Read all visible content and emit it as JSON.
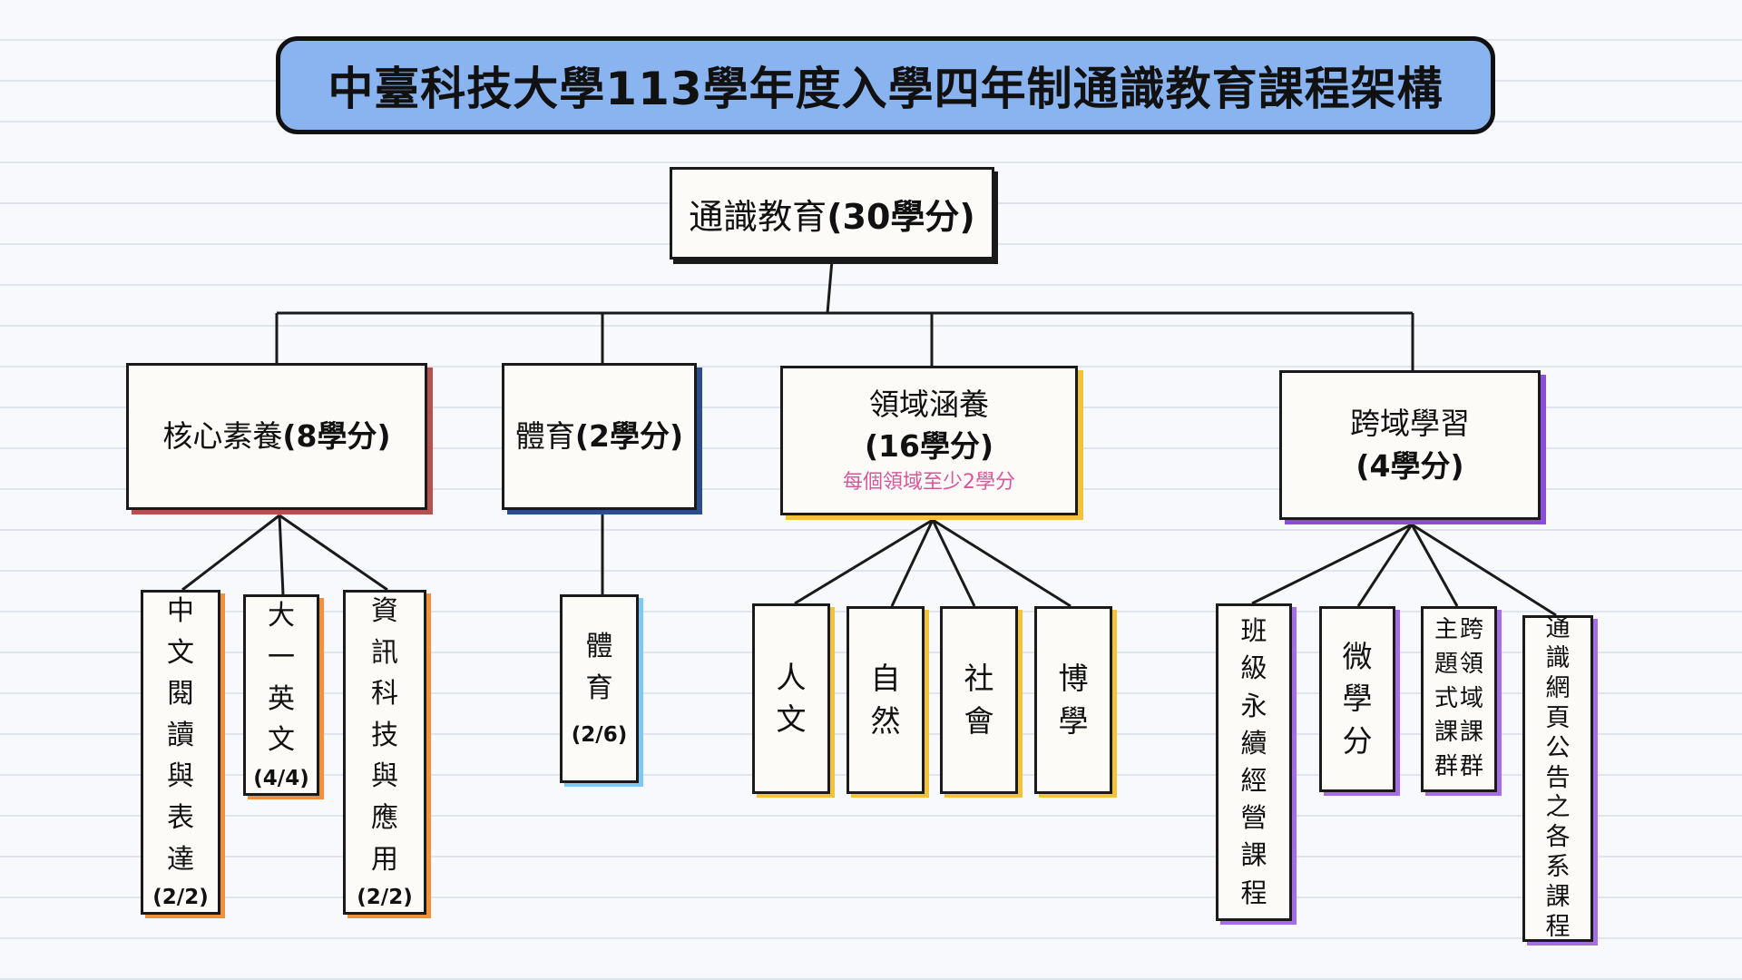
{
  "title": "中臺科技大學113學年度入學四年制通識教育課程架構",
  "root": {
    "label": "通識教育",
    "credits": "(30學分)"
  },
  "categories": {
    "core": {
      "label": "核心素養",
      "credits": "(8學分)",
      "accent": "#b5524f"
    },
    "pe": {
      "label": "體育",
      "credits": "(2學分)",
      "accent": "#2b4f8a"
    },
    "domain": {
      "label": "領域涵養",
      "credits": "(16學分)",
      "note": "每個領域至少2學分",
      "accent": "#f2c23b"
    },
    "cross": {
      "label": "跨域學習",
      "credits": "(4學分)",
      "accent": "#8a4fd6"
    }
  },
  "leaves": {
    "chinese": {
      "text": "中文閱讀與表達",
      "count": "(2/2)",
      "accent": "#f0903a"
    },
    "english": {
      "text": "大一英文",
      "count": "(4/4)",
      "accent": "#f0903a"
    },
    "it": {
      "text": "資訊科技與應用",
      "count": "(2/2)",
      "accent": "#f0903a"
    },
    "pe_leaf": {
      "text": "體育",
      "count": "(2/6)",
      "accent": "#7ec8f5"
    },
    "humanities": {
      "text": "人文",
      "accent": "#f2c23b"
    },
    "nature": {
      "text": "自然",
      "accent": "#f2c23b"
    },
    "society": {
      "text": "社會",
      "accent": "#f2c23b"
    },
    "general": {
      "text": "博學",
      "accent": "#f2c23b"
    },
    "sustain": {
      "text": "班級永續經營課程",
      "accent": "#a56ee6"
    },
    "micro": {
      "text": "微學分",
      "accent": "#a56ee6"
    },
    "theme_col1": {
      "text": "跨領域課群"
    },
    "theme_col2": {
      "text": "主題式課群"
    },
    "announce": {
      "text": "通識網頁公告之各系課程",
      "accent": "#a56ee6"
    }
  }
}
